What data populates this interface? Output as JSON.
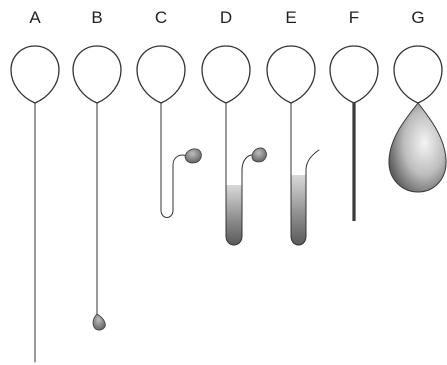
{
  "panels": [
    {
      "label": "A"
    },
    {
      "label": "B"
    },
    {
      "label": "C"
    },
    {
      "label": "D"
    },
    {
      "label": "E"
    },
    {
      "label": "F"
    },
    {
      "label": "G"
    }
  ],
  "colors": {
    "stroke": "#333333",
    "fill_dark": "#555555",
    "fill_light": "#f2f2f2"
  }
}
